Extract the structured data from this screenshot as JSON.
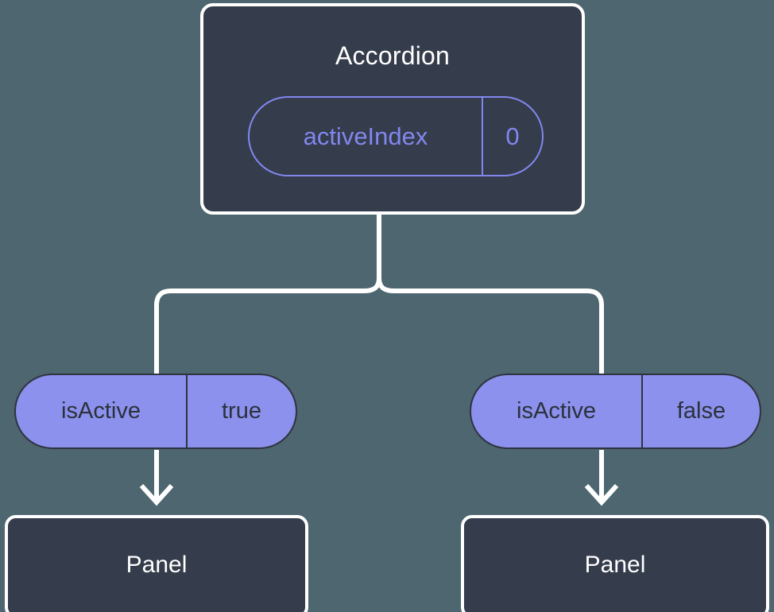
{
  "diagram": {
    "title_node": {
      "label": "Accordion",
      "state": {
        "key": "activeIndex",
        "value": "0"
      }
    },
    "branches": [
      {
        "side": "left",
        "prop": {
          "key": "isActive",
          "value": "true"
        },
        "child": {
          "label": "Panel"
        }
      },
      {
        "side": "right",
        "prop": {
          "key": "isActive",
          "value": "false"
        },
        "child": {
          "label": "Panel"
        }
      }
    ]
  },
  "colors": {
    "background": "#4d6670",
    "card_fill": "#353c4b",
    "card_border": "#ffffff",
    "accent_purple": "#8287ee",
    "pill_fill": "#8b91ec",
    "pill_border": "#2f3440",
    "connector": "#ffffff",
    "text_light": "#ffffff",
    "text_dark": "#2c313c"
  }
}
